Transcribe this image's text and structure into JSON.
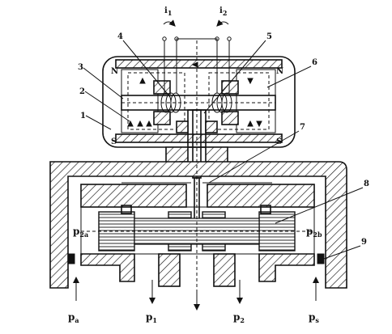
{
  "currents": [
    {
      "id": "i1",
      "symbol": "i",
      "sub": "1"
    },
    {
      "id": "i2",
      "symbol": "i",
      "sub": "2"
    }
  ],
  "part_numbers": [
    "1",
    "2",
    "3",
    "4",
    "5",
    "6",
    "7",
    "8",
    "9"
  ],
  "poles": {
    "north": "N",
    "south": "S"
  },
  "spool_chambers": {
    "left": {
      "symbol": "p",
      "sub": "2a"
    },
    "right": {
      "symbol": "p",
      "sub": "2b"
    }
  },
  "ports": [
    {
      "symbol": "p",
      "sub": "a"
    },
    {
      "symbol": "p",
      "sub": "1"
    },
    {
      "symbol": "p",
      "sub": "2"
    },
    {
      "symbol": "p",
      "sub": "s"
    }
  ]
}
